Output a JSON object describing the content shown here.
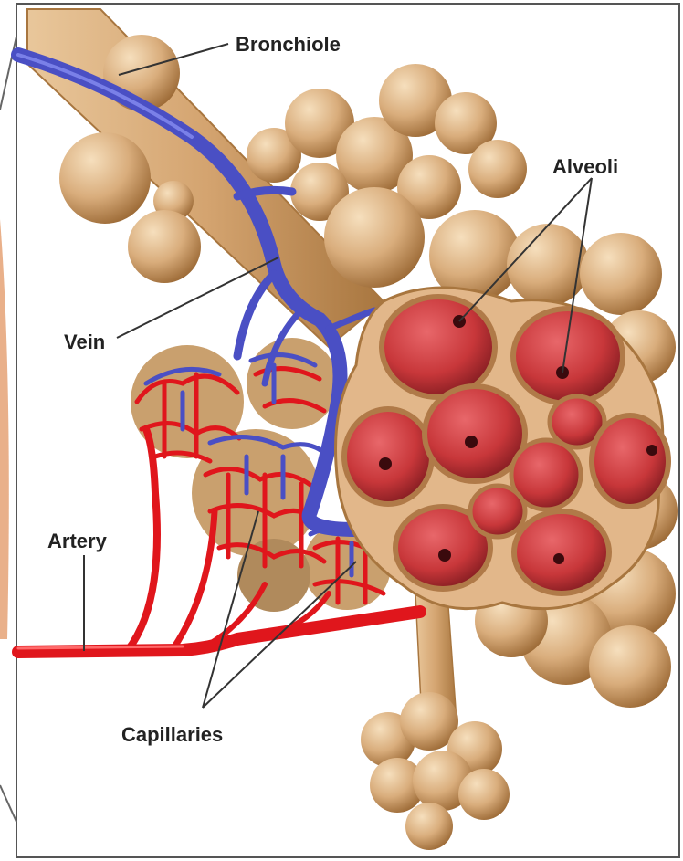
{
  "labels": {
    "bronchiole": "Bronchiole",
    "alveoli": "Alveoli",
    "vein": "Vein",
    "artery": "Artery",
    "capillaries": "Capillaries"
  },
  "colors": {
    "tissue": "#d9ad7c",
    "tissue_dark": "#a8763f",
    "tissue_light": "#f0d4ad",
    "alveolus_inner": "#c8373a",
    "alveolus_dark": "#7e1a1f",
    "vein": "#4a4fc4",
    "artery": "#e0161c",
    "leader_line": "#333333"
  }
}
